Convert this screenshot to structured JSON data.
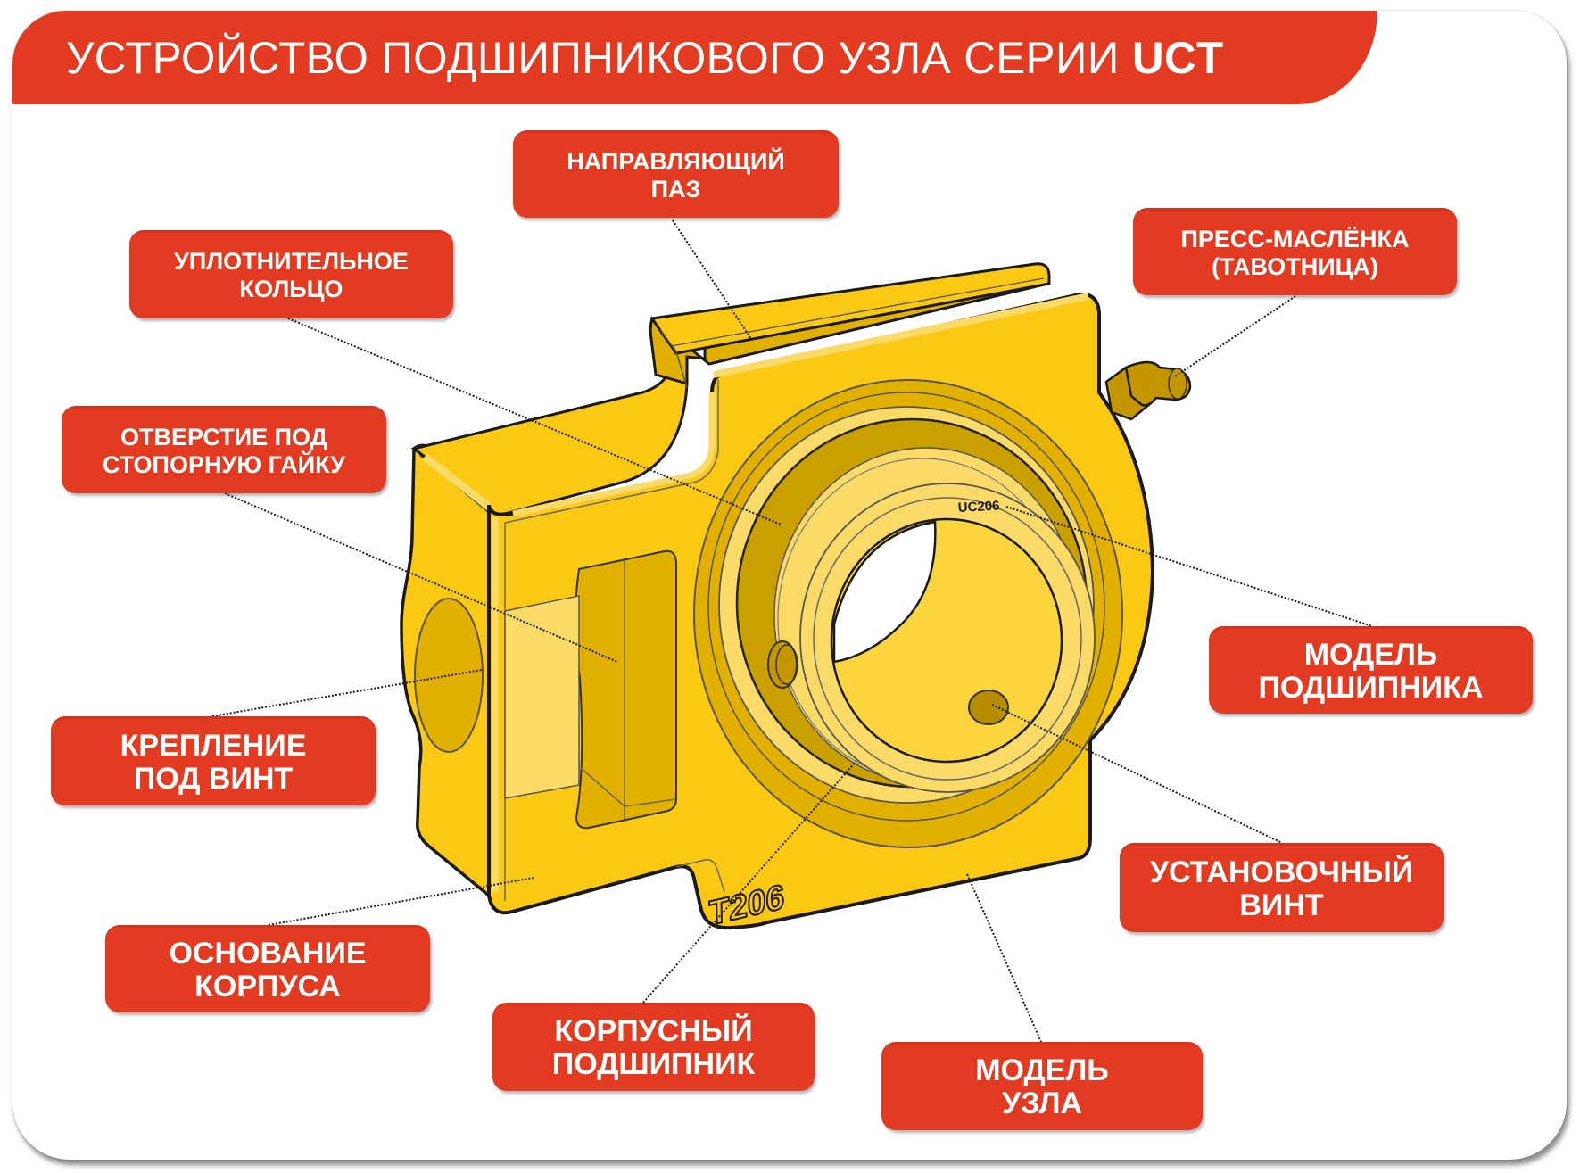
{
  "header": {
    "title_regular": "УСТРОЙСТВО ПОДШИПНИКОВОГО УЗЛА СЕРИИ",
    "title_bold": "UCT"
  },
  "colors": {
    "accent_red": "#e33b22",
    "housing_yellow": "#fbc814",
    "housing_shade": "#e2b000",
    "housing_light": "#fbda68",
    "outline": "#1a1a1a"
  },
  "labels": [
    {
      "id": "guide-slot",
      "text": "НАПРАВЛЯЮЩИЙ\nПАЗ"
    },
    {
      "id": "seal-ring",
      "text": "УПЛОТНИТЕЛЬНОЕ\nКОЛЬЦО"
    },
    {
      "id": "grease-nipple",
      "text": "ПРЕСС-МАСЛЁНКА\n(ТАВОТНИЦА)"
    },
    {
      "id": "lock-nut-hole",
      "text": "ОТВЕРСТИЕ ПОД\nСТОПОРНУЮ ГАЙКУ"
    },
    {
      "id": "bearing-model",
      "text": "МОДЕЛЬ\nПОДШИПНИКА"
    },
    {
      "id": "screw-mount",
      "text": "КРЕПЛЕНИЕ\nПОД ВИНТ"
    },
    {
      "id": "set-screw",
      "text": "УСТАНОВОЧНЫЙ\nВИНТ"
    },
    {
      "id": "housing-base",
      "text": "ОСНОВАНИЕ\nКОРПУСА"
    },
    {
      "id": "insert-bearing",
      "text": "КОРПУСНЫЙ\nПОДШИПНИК"
    },
    {
      "id": "unit-model",
      "text": "МОДЕЛЬ\nУЗЛА"
    }
  ],
  "markings": {
    "bearing_code": "UC206",
    "housing_code": "T206"
  }
}
